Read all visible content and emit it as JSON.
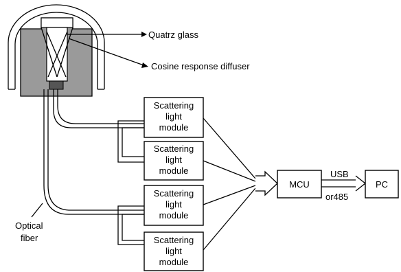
{
  "labels": {
    "quartz_glass": "Quatrz glass",
    "cosine_diffuser": "Cosine response diffuser",
    "optical_fiber_line1": "Optical",
    "optical_fiber_line2": "fiber"
  },
  "modules": [
    {
      "line1": "Scattering",
      "line2": "light",
      "line3": "module"
    },
    {
      "line1": "Scattering",
      "line2": "light",
      "line3": "module"
    },
    {
      "line1": "Scattering",
      "line2": "light",
      "line3": "module"
    },
    {
      "line1": "Scattering",
      "line2": "light",
      "line3": "module"
    }
  ],
  "mcu": {
    "label": "MCU"
  },
  "pc": {
    "label": "PC"
  },
  "link": {
    "top_label": "USB",
    "bottom_label": "or485"
  }
}
